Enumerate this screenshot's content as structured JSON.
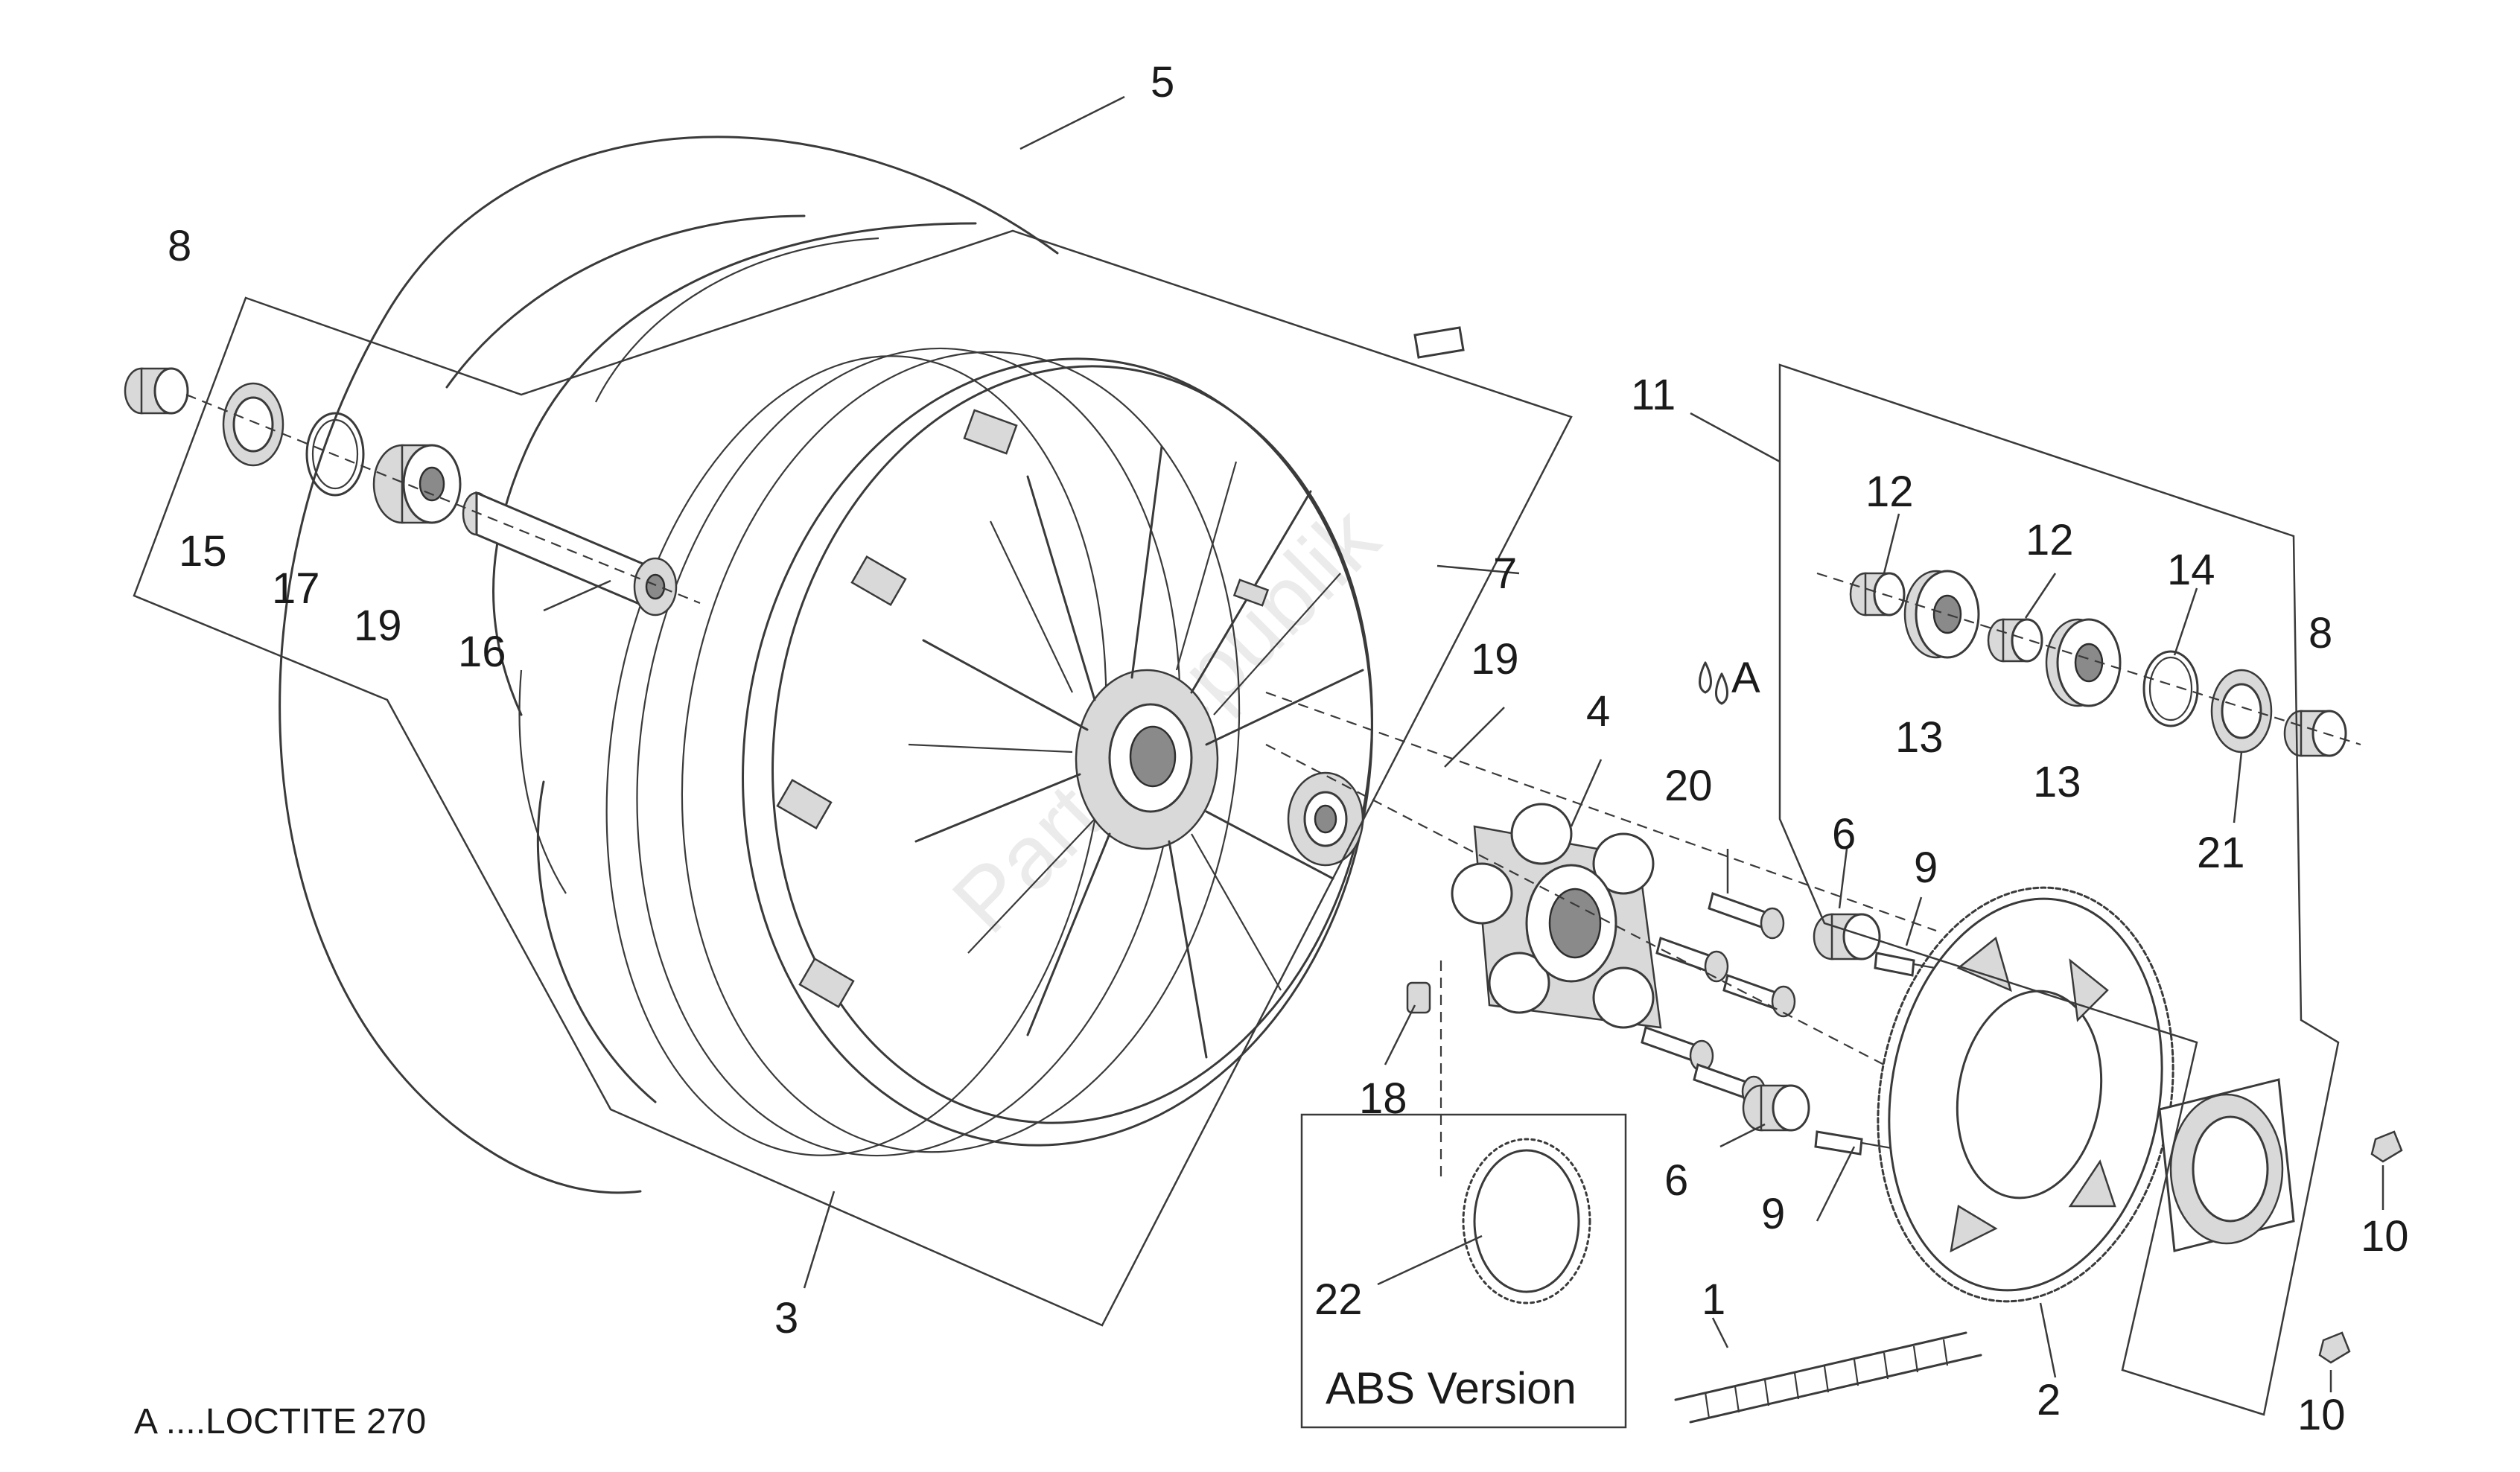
{
  "callouts": {
    "c1": "1",
    "c2": "2",
    "c3": "3",
    "c4": "4",
    "c5": "5",
    "c6a": "6",
    "c6b": "6",
    "c7": "7",
    "c8a": "8",
    "c8b": "8",
    "c9a": "9",
    "c9b": "9",
    "c10a": "10",
    "c10b": "10",
    "c11": "11",
    "c12a": "12",
    "c12b": "12",
    "c13a": "13",
    "c13b": "13",
    "c14": "14",
    "c15": "15",
    "c16": "16",
    "c17": "17",
    "c18": "18",
    "c19a": "19",
    "c19b": "19",
    "c20": "20",
    "c21": "21",
    "c22": "22",
    "cA": "A"
  },
  "abs_box_title": "ABS Version",
  "legend_note": "A ....LOCTITE 270",
  "watermark": "PartsRepublik"
}
